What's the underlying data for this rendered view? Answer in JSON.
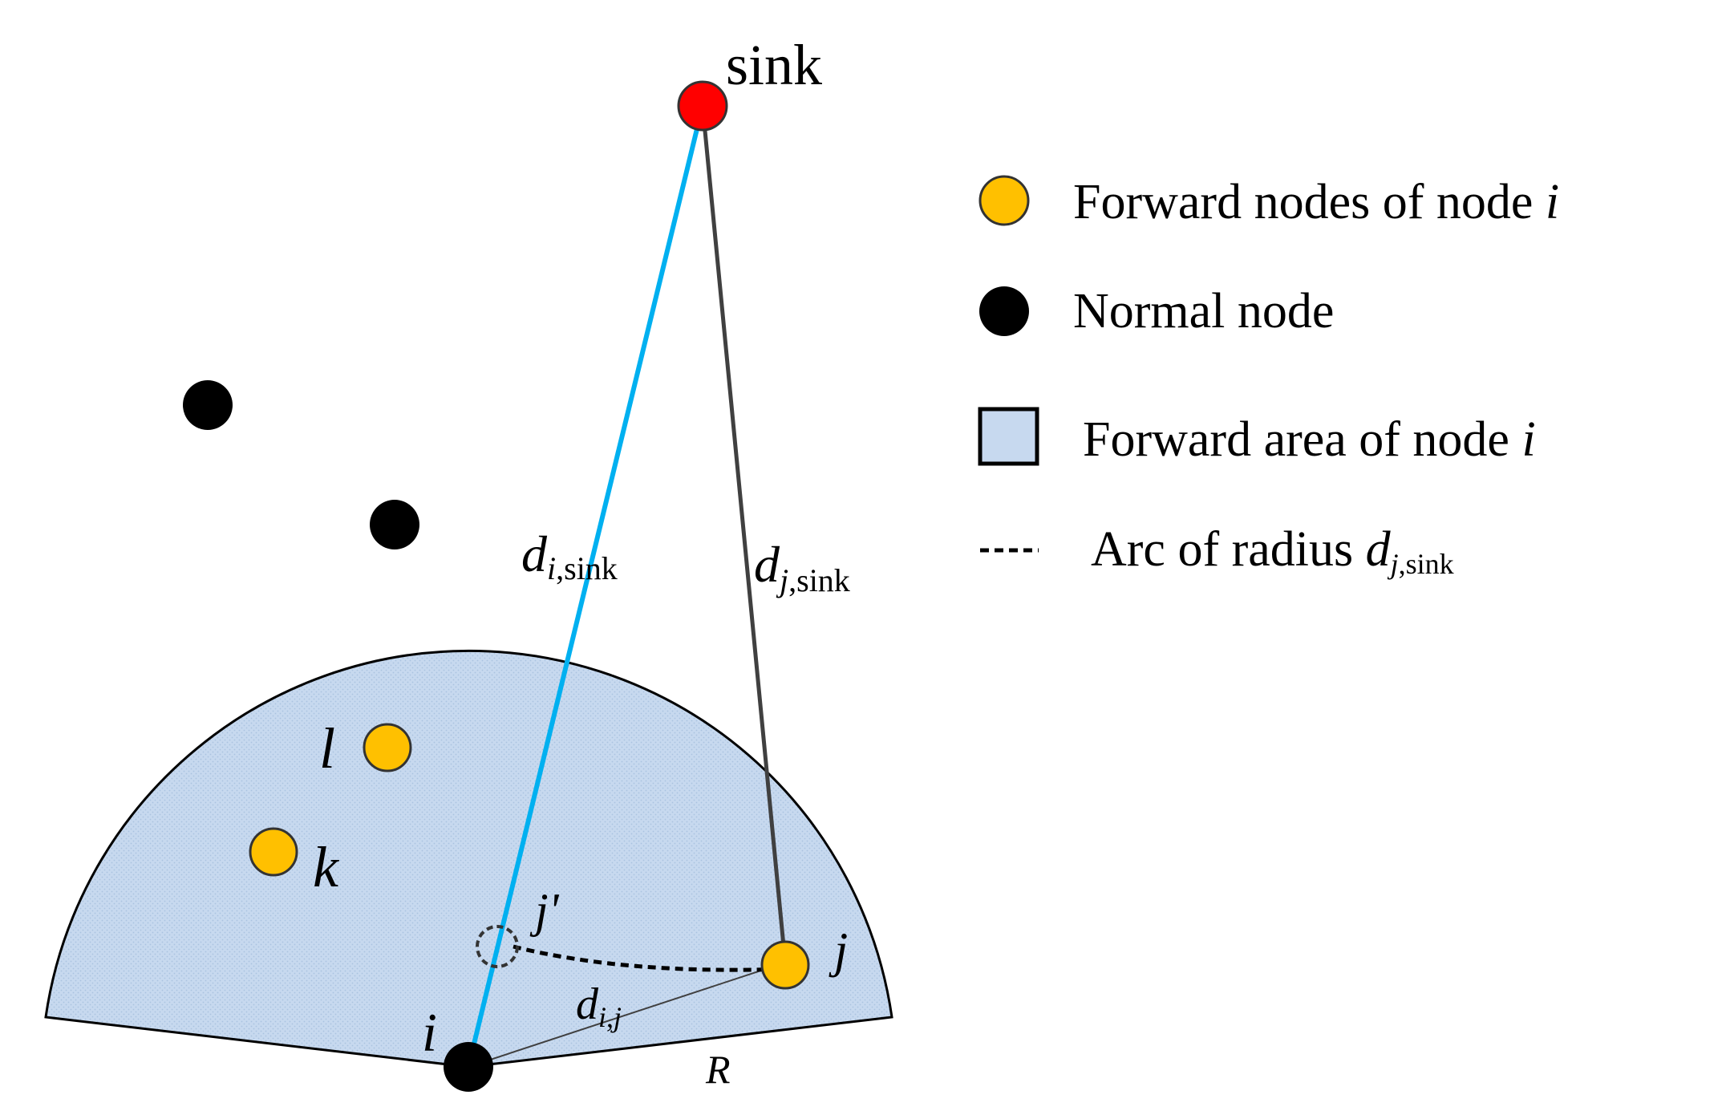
{
  "nodes": {
    "sink_label": "sink",
    "i_label": "i",
    "j_label": "j",
    "j_prime_label": "j'",
    "k_label": "k",
    "l_label": "l"
  },
  "edges": {
    "d_i_sink": {
      "d": "d",
      "sub": "i",
      "sub2": ",sink"
    },
    "d_j_sink": {
      "d": "d",
      "sub": "j",
      "sub2": ",sink"
    },
    "d_i_j": {
      "d": "d",
      "sub": "i",
      "sub2": ",",
      "sub3": "j"
    },
    "R": "R"
  },
  "legend": [
    {
      "label": "Forward nodes of node ",
      "label_ital": "i",
      "icon": "yellow-circle"
    },
    {
      "label": "Normal node",
      "label_ital": "",
      "icon": "black-circle"
    },
    {
      "label": "Forward area of node ",
      "label_ital": "i",
      "icon": "blue-square"
    },
    {
      "label": "Arc of radius ",
      "label_ital": "",
      "icon": "dashed-line",
      "d": "d",
      "sub": "j",
      "sub2": ",sink"
    }
  ],
  "colors": {
    "sink": "#ff0000",
    "forward_node": "#ffc000",
    "normal_node": "#000000",
    "forward_area": "#c7d9ef",
    "line_i_sink": "#00b0f0",
    "line_j_sink": "#404040"
  }
}
